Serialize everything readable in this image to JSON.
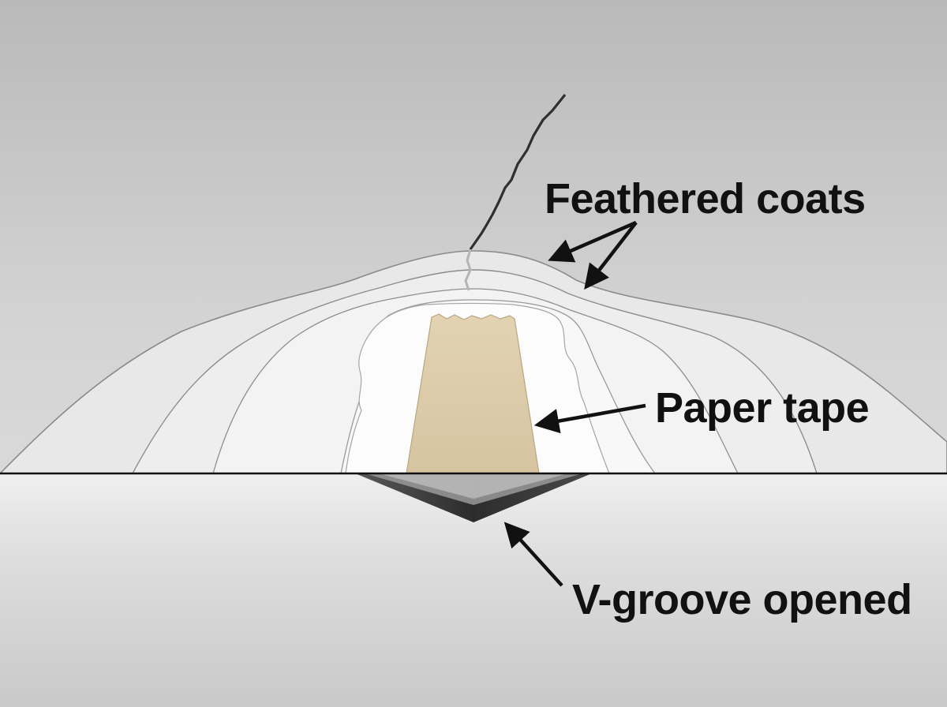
{
  "labels": {
    "feathered_coats": "Feathered coats",
    "paper_tape": "Paper tape",
    "v_groove": "V-groove opened"
  },
  "colors": {
    "background_top": "#bdbdbd",
    "background_mid": "#d6d6d6",
    "wall_surface": "#e6e6e6",
    "outer_coat": "#e9e9e9",
    "middle_coat": "#f0f0f0",
    "inner_coat": "#f6f6f6",
    "core_compound": "#fbfbfb",
    "paper_tape": "#dccba8",
    "groove_dark": "#3a3a3a",
    "crack": "#3c3c3c",
    "ink": "#111111"
  }
}
